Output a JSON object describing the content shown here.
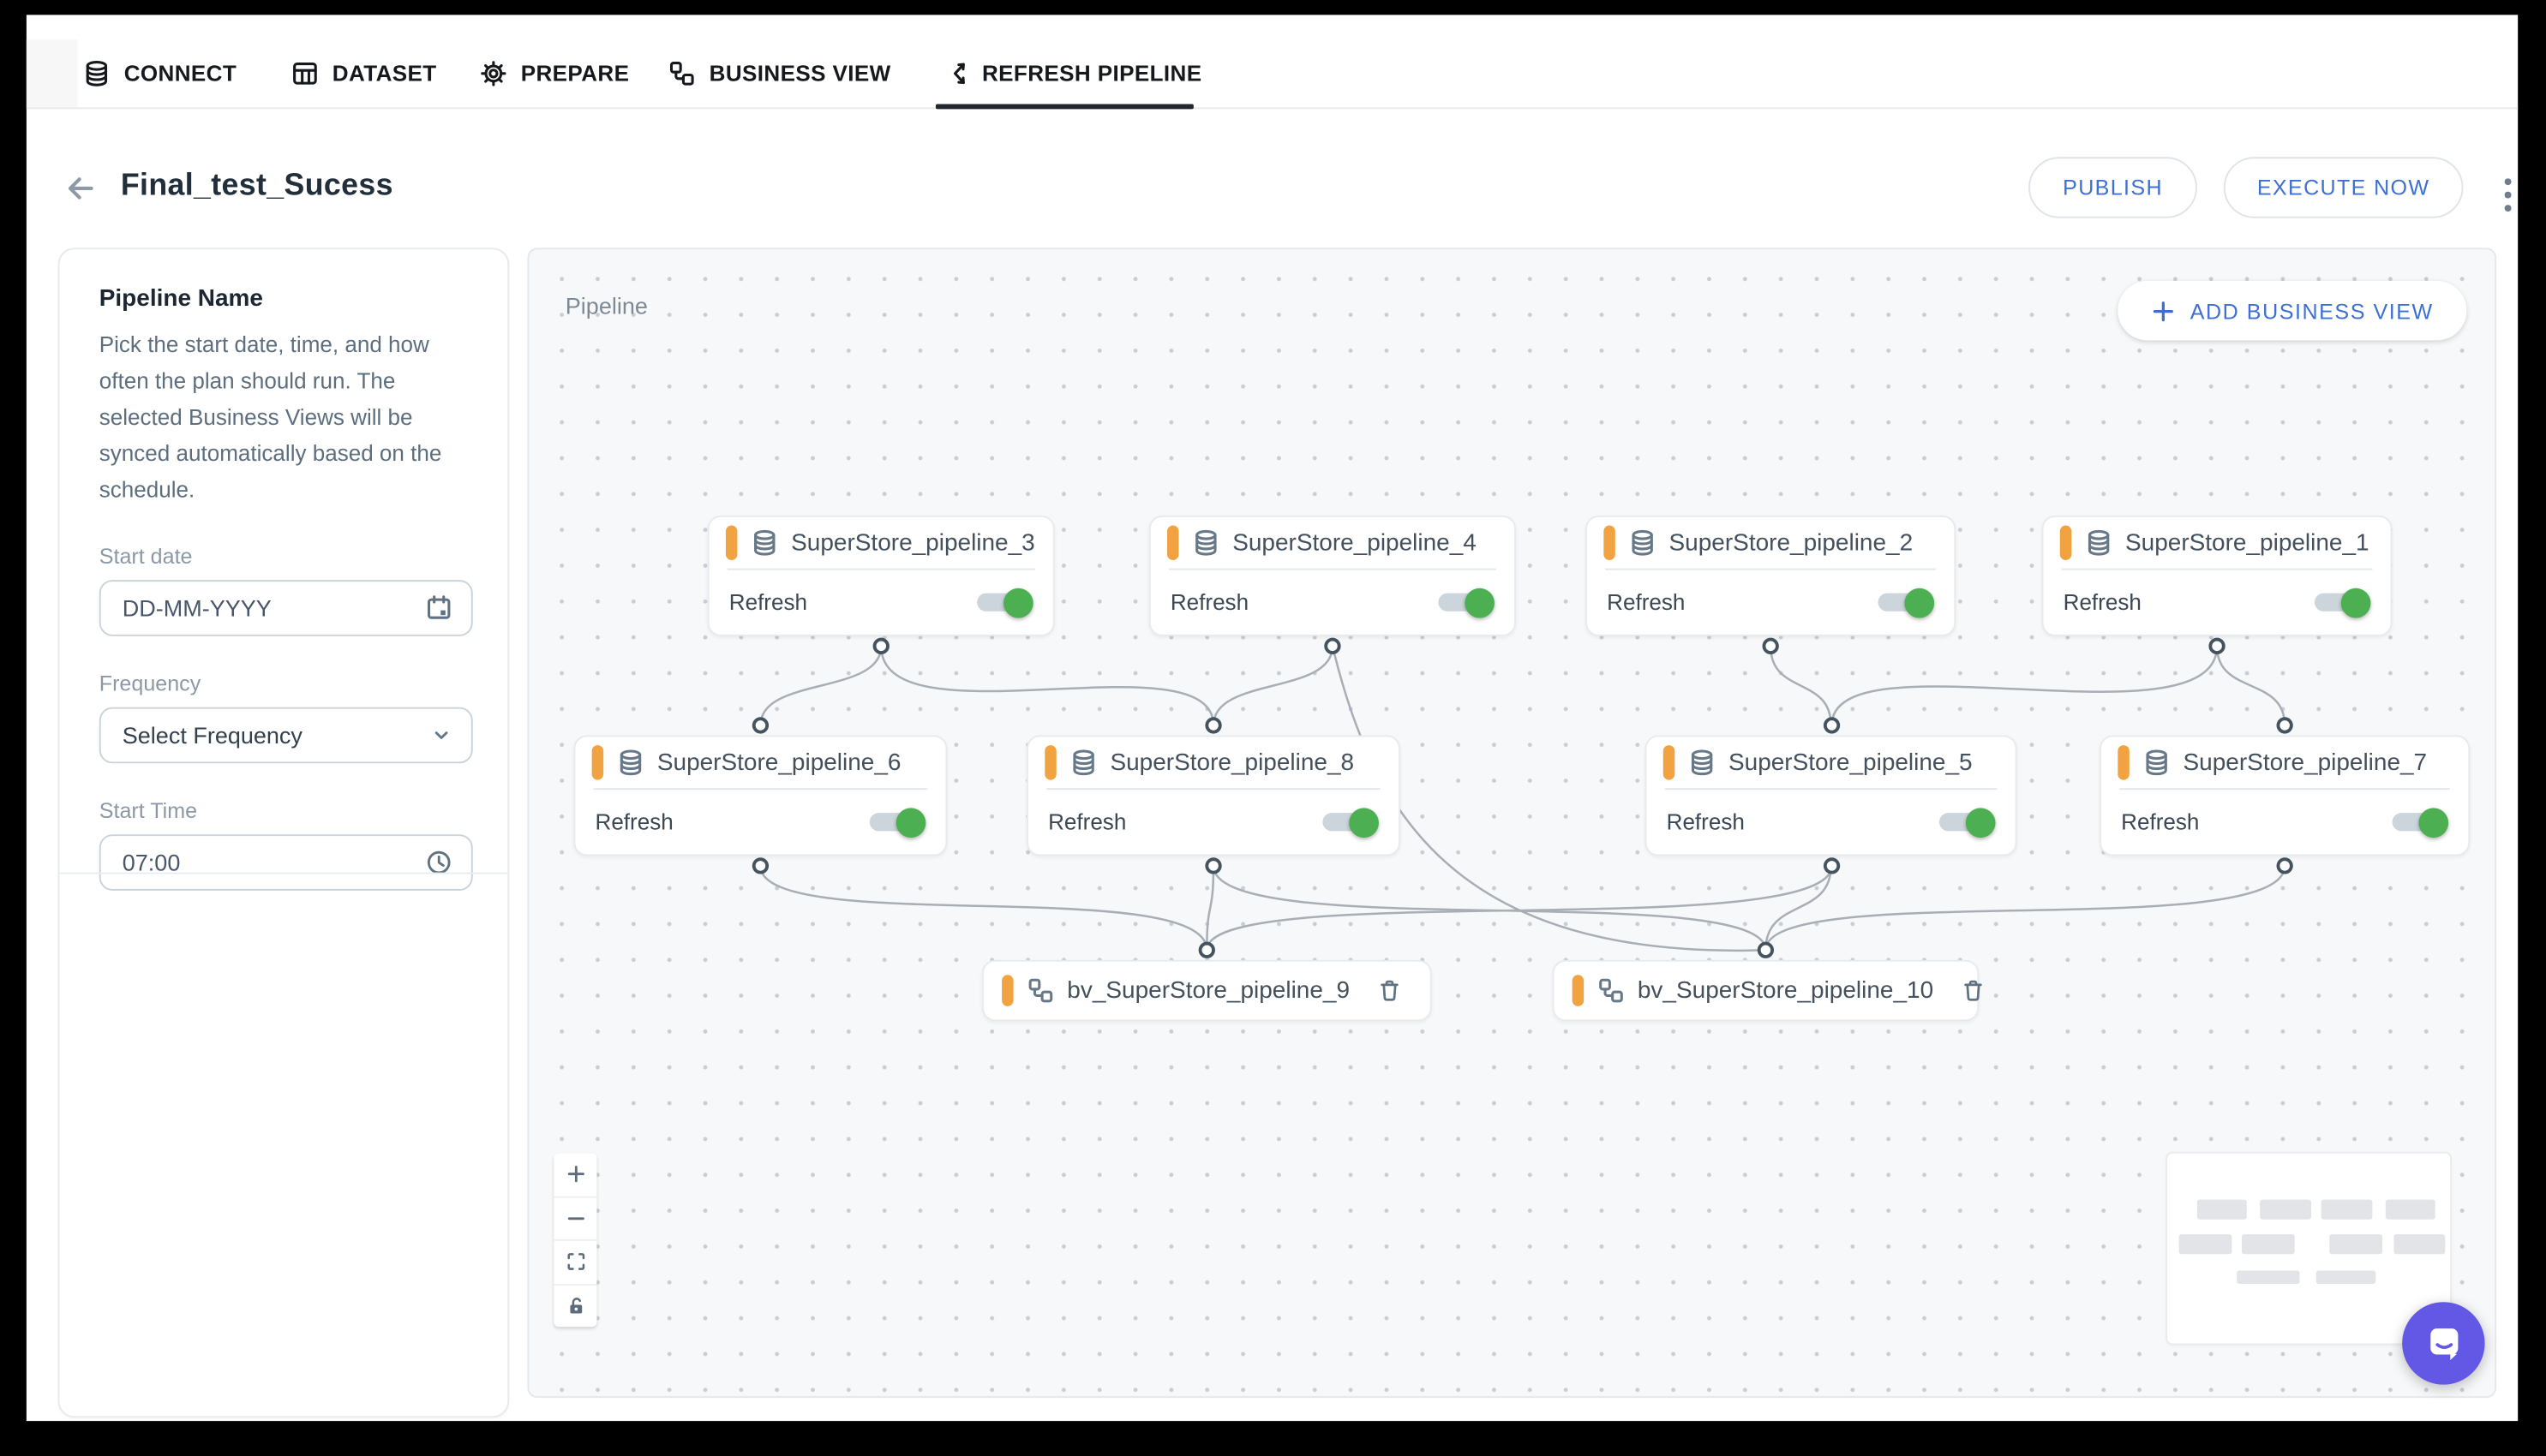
{
  "nav": {
    "tabs": [
      {
        "id": "connect",
        "label": "CONNECT",
        "icon": "database-icon"
      },
      {
        "id": "dataset",
        "label": "DATASET",
        "icon": "table-icon"
      },
      {
        "id": "prepare",
        "label": "PREPARE",
        "icon": "gear-icon"
      },
      {
        "id": "business-view",
        "label": "BUSINESS VIEW",
        "icon": "flow-icon"
      },
      {
        "id": "refresh-pipeline",
        "label": "REFRESH PIPELINE",
        "icon": "branch-icon",
        "active": true
      }
    ]
  },
  "header": {
    "title": "Final_test_Sucess",
    "publish_label": "PUBLISH",
    "execute_label": "EXECUTE NOW"
  },
  "panel": {
    "heading": "Pipeline Name",
    "description": "Pick the start date, time, and how often the plan should run. The selected Business Views will be synced automatically based on the schedule.",
    "start_date_label": "Start date",
    "start_date_value": "DD-MM-YYYY",
    "frequency_label": "Frequency",
    "frequency_value": "Select Frequency",
    "start_time_label": "Start Time",
    "start_time_value": "07:00"
  },
  "canvas": {
    "label": "Pipeline",
    "add_business_view_label": "ADD BUSINESS VIEW",
    "refresh_label": "Refresh",
    "nodes": [
      {
        "id": "n3",
        "label": "SuperStore_pipeline_3",
        "type": "dataset",
        "refresh_on": true
      },
      {
        "id": "n4",
        "label": "SuperStore_pipeline_4",
        "type": "dataset",
        "refresh_on": true
      },
      {
        "id": "n2",
        "label": "SuperStore_pipeline_2",
        "type": "dataset",
        "refresh_on": true
      },
      {
        "id": "n1",
        "label": "SuperStore_pipeline_1",
        "type": "dataset",
        "refresh_on": true
      },
      {
        "id": "n6",
        "label": "SuperStore_pipeline_6",
        "type": "dataset",
        "refresh_on": true
      },
      {
        "id": "n8",
        "label": "SuperStore_pipeline_8",
        "type": "dataset",
        "refresh_on": true
      },
      {
        "id": "n5",
        "label": "SuperStore_pipeline_5",
        "type": "dataset",
        "refresh_on": true
      },
      {
        "id": "n7",
        "label": "SuperStore_pipeline_7",
        "type": "dataset",
        "refresh_on": true
      },
      {
        "id": "bv9",
        "label": "bv_SuperStore_pipeline_9",
        "type": "business_view"
      },
      {
        "id": "bv10",
        "label": "bv_SuperStore_pipeline_10",
        "type": "business_view"
      }
    ],
    "edges": [
      [
        "n3",
        "n6"
      ],
      [
        "n3",
        "n8"
      ],
      [
        "n4",
        "n8"
      ],
      [
        "n4",
        "bv10"
      ],
      [
        "n2",
        "n5"
      ],
      [
        "n1",
        "n5"
      ],
      [
        "n1",
        "n7"
      ],
      [
        "n6",
        "bv9"
      ],
      [
        "n8",
        "bv9"
      ],
      [
        "n5",
        "bv9"
      ],
      [
        "n8",
        "bv10"
      ],
      [
        "n5",
        "bv10"
      ],
      [
        "n7",
        "bv10"
      ]
    ]
  },
  "colors": {
    "accent_blue": "#3E70D3",
    "toggle_on_green": "#4CB052",
    "node_accent_orange": "#F2A341",
    "chat_purple": "#6357E5",
    "active_tab_underline": "#22272E"
  }
}
